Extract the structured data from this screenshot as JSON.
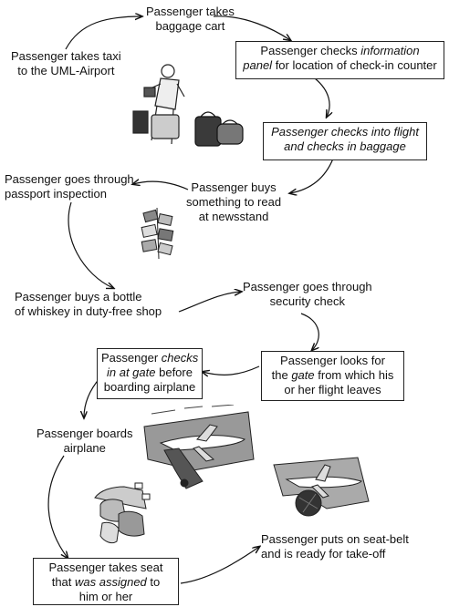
{
  "steps": {
    "take_cart": [
      "Passenger takes",
      "baggage cart"
    ],
    "taxi": [
      "Passenger takes taxi",
      "to the UML-Airport"
    ],
    "info_panel": {
      "line1": [
        {
          "t": "Passenger checks ",
          "i": false
        },
        {
          "t": "information",
          "i": true
        }
      ],
      "line2": [
        {
          "t": "panel",
          "i": true
        },
        {
          "t": " for location of check-in counter",
          "i": false
        }
      ]
    },
    "check_in": {
      "line1": [
        {
          "t": "Passenger checks into flight",
          "i": true
        }
      ],
      "line2": [
        {
          "t": "and checks in baggage",
          "i": true
        }
      ]
    },
    "passport": [
      "Passenger goes through",
      "passport inspection"
    ],
    "newsstand": [
      "Passenger buys",
      "something to read",
      "at newsstand"
    ],
    "whiskey": [
      "Passenger buys a bottle",
      "of whiskey in duty-free shop"
    ],
    "security": [
      "Passenger goes through",
      "security check"
    ],
    "gate_checkin": {
      "line1": [
        {
          "t": "Passenger ",
          "i": false
        },
        {
          "t": "checks",
          "i": true
        }
      ],
      "line2": [
        {
          "t": "in at gate",
          "i": true
        },
        {
          "t": " before",
          "i": false
        }
      ],
      "line3": [
        {
          "t": "boarding airplane",
          "i": false
        }
      ]
    },
    "looks_gate": {
      "line1": [
        {
          "t": "Passenger looks for",
          "i": false
        }
      ],
      "line2": [
        {
          "t": "the ",
          "i": false
        },
        {
          "t": "gate",
          "i": true
        },
        {
          "t": " from which his",
          "i": false
        }
      ],
      "line3": [
        {
          "t": "or her flight leaves",
          "i": false
        }
      ]
    },
    "boards": [
      "Passenger boards",
      "airplane"
    ],
    "seatbelt": [
      "Passenger puts on seat-belt",
      "and is ready for take-off"
    ],
    "take_seat": {
      "line1": [
        {
          "t": "Passenger takes seat",
          "i": false
        }
      ],
      "line2": [
        {
          "t": "that ",
          "i": false
        },
        {
          "t": "was assigned",
          "i": true
        },
        {
          "t": " to",
          "i": false
        }
      ],
      "line3": [
        {
          "t": "him or her",
          "i": false
        }
      ]
    }
  },
  "illustrations": [
    "traveler-with-luggage-icon",
    "newsstand-rack-icon",
    "airport-apron-icon",
    "cabin-seats-icon",
    "airplane-takeoff-icon"
  ]
}
